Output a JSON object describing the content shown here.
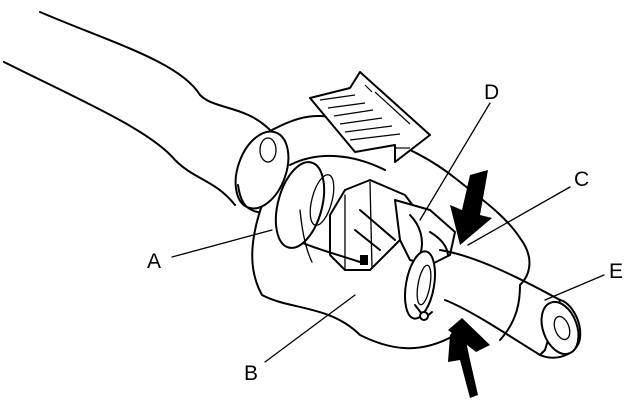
{
  "labels": {
    "a": "A",
    "b": "B",
    "c": "C",
    "d": "D",
    "e": "E"
  },
  "colors": {
    "ink": "#000000",
    "background": "#ffffff"
  },
  "icons": {
    "direction_arrow": "large-hatched-arrow-icon",
    "press_arrows": "solid-arrow-icon"
  }
}
